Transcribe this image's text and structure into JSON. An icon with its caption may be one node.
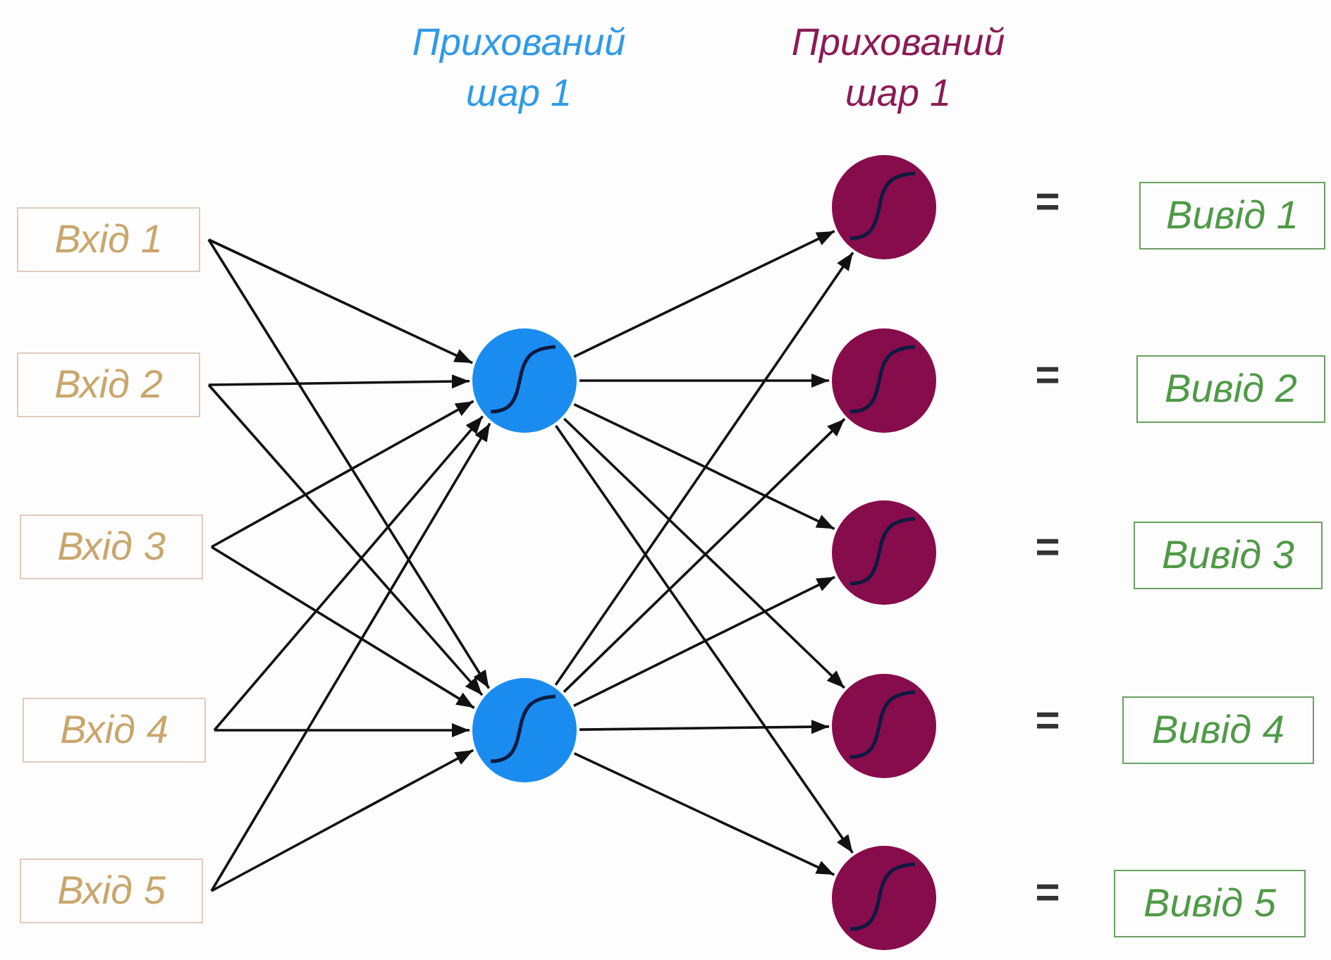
{
  "diagram": {
    "nodes": [
      {
        "text": [
          "Вхід 1"
        ]
      },
      {
        "text": [
          "Вхід 2"
        ]
      },
      {
        "text": [
          "Вхід 3"
        ]
      },
      {
        "text": [
          "Вхід 4"
        ]
      },
      {
        "text": [
          "Вхід 5"
        ]
      },
      {
        "text": [],
        "shape": "circle"
      },
      {
        "text": [],
        "shape": "circle"
      },
      {
        "text": [],
        "shape": "circle"
      },
      {
        "text": [],
        "shape": "circle"
      },
      {
        "text": [],
        "shape": "circle"
      },
      {
        "text": [],
        "shape": "circle"
      },
      {
        "text": [],
        "shape": "circle"
      },
      {
        "text": [
          "Вивід 1"
        ]
      },
      {
        "text": [
          "Вивід 2"
        ]
      },
      {
        "text": [
          "Вивід 3"
        ]
      },
      {
        "text": [
          "Вивід 4"
        ]
      },
      {
        "text": [
          "Вивід 5"
        ]
      }
    ],
    "edges": [
      {
        "from": 0,
        "to": 5,
        "arrow": "to"
      },
      {
        "from": 0,
        "to": 6,
        "arrow": "to"
      },
      {
        "from": 1,
        "to": 5,
        "arrow": "to"
      },
      {
        "from": 1,
        "to": 6,
        "arrow": "to"
      },
      {
        "from": 2,
        "to": 5,
        "arrow": "to"
      },
      {
        "from": 2,
        "to": 6,
        "arrow": "to"
      },
      {
        "from": 3,
        "to": 5,
        "arrow": "to"
      },
      {
        "from": 3,
        "to": 6,
        "arrow": "to"
      },
      {
        "from": 4,
        "to": 5,
        "arrow": "to"
      },
      {
        "from": 4,
        "to": 6,
        "arrow": "to"
      },
      {
        "from": 5,
        "to": 7,
        "arrow": "to"
      },
      {
        "from": 5,
        "to": 8,
        "arrow": "to"
      },
      {
        "from": 5,
        "to": 9,
        "arrow": "to"
      },
      {
        "from": 5,
        "to": 10,
        "arrow": "to"
      },
      {
        "from": 5,
        "to": 11,
        "arrow": "to"
      },
      {
        "from": 6,
        "to": 7,
        "arrow": "to"
      },
      {
        "from": 6,
        "to": 8,
        "arrow": "to"
      },
      {
        "from": 6,
        "to": 9,
        "arrow": "to"
      },
      {
        "from": 6,
        "to": 10,
        "arrow": "to"
      },
      {
        "from": 6,
        "to": 11,
        "arrow": "to"
      }
    ],
    "labels": [
      "Прихований шар 1",
      "Прихований шар 1",
      "=",
      "=",
      "=",
      "=",
      "="
    ]
  }
}
